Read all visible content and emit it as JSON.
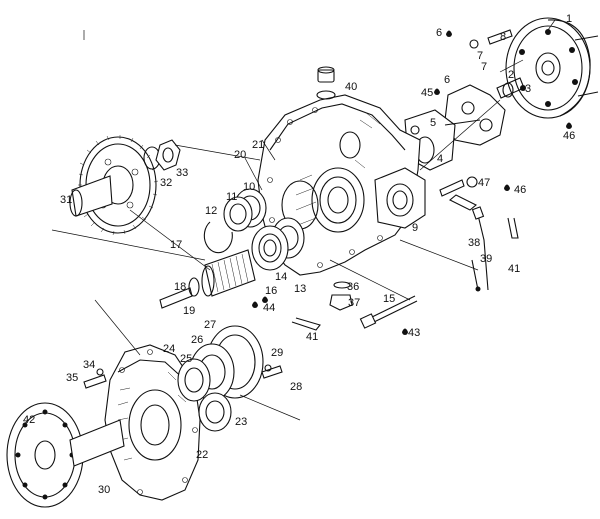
{
  "diagram": {
    "part_labels": {
      "p1": "1",
      "p2": "2",
      "p3": "3",
      "p4": "4",
      "p5": "5",
      "p6": "6",
      "p7": "7",
      "p8": "8",
      "p9": "9",
      "p10": "10",
      "p11": "11",
      "p12": "12",
      "p13": "13",
      "p14": "14",
      "p15": "15",
      "p16": "16",
      "p17": "17",
      "p18": "18",
      "p19": "19",
      "p20": "20",
      "p21": "21",
      "p22": "22",
      "p23": "23",
      "p24": "24",
      "p25": "25",
      "p26": "26",
      "p27": "27",
      "p28": "28",
      "p29": "29",
      "p30": "30",
      "p31": "31",
      "p32": "32",
      "p33": "33",
      "p34": "34",
      "p35": "35",
      "p36": "36",
      "p37": "37",
      "p38": "38",
      "p39": "39",
      "p40": "40",
      "p41a": "41",
      "p41b": "41",
      "p42": "42",
      "p43": "43",
      "p44": "44",
      "p45": "45",
      "p46a": "46",
      "p46b": "46",
      "p47": "47",
      "p6b": "6",
      "p7b": "7"
    },
    "colors": {
      "ink": "#111111",
      "paper": "#ffffff"
    }
  }
}
